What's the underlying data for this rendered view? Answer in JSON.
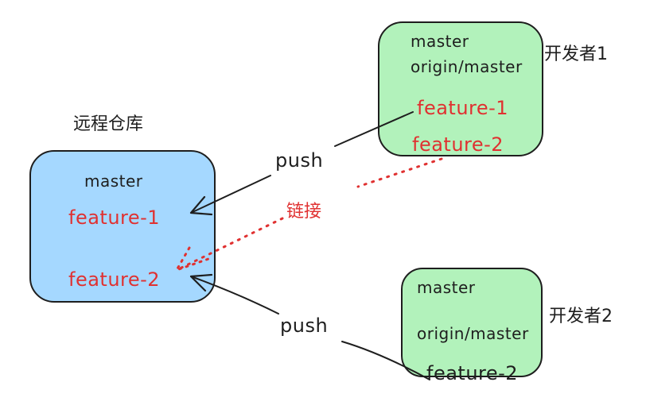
{
  "remote": {
    "title": "远程仓库",
    "branches": [
      "master",
      "feature-1",
      "feature-2"
    ]
  },
  "dev1": {
    "title": "开发者1",
    "branches": [
      "master",
      "origin/master",
      "feature-1",
      "feature-2"
    ]
  },
  "dev2": {
    "title": "开发者2",
    "branches": [
      "master",
      "origin/master",
      "feature-2"
    ]
  },
  "edges": {
    "push1": "push",
    "push2": "push",
    "link": "链接"
  },
  "colors": {
    "remote_fill": "#a5d8ff",
    "dev_fill": "#b2f2bb",
    "stroke": "#1e1e1e",
    "accent_red": "#e03131"
  }
}
